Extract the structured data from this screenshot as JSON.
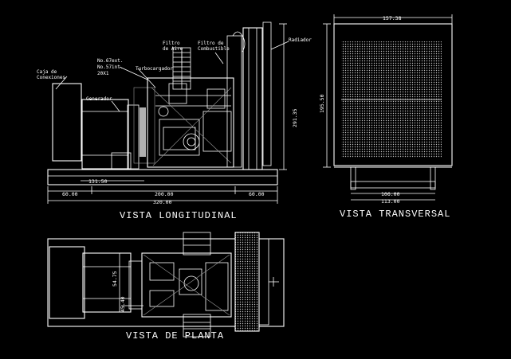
{
  "drawing": {
    "views": {
      "longitudinal": "VISTA LONGITUDINAL",
      "transversal": "VISTA TRANSVERSAL",
      "plan": "VISTA DE PLANTA"
    },
    "callouts": {
      "caja": [
        "Caja de",
        "Conexiones"
      ],
      "generador": "Generador",
      "turbo": "Turbocargador",
      "filtro_aire": [
        "Filtro",
        "de Aire"
      ],
      "filtro_comb": [
        "Filtro de",
        "Combustible"
      ],
      "radiador": "Radiador",
      "spec": [
        "No.67ext.",
        "No.57int.",
        "20X1"
      ]
    },
    "dims": {
      "d131": "131.50",
      "d60a": "60.00",
      "d200": "200.00",
      "d60b": "60.00",
      "d320": "320.00",
      "d291": "291.35",
      "d157": "157.38",
      "d195": "195.50",
      "d106": "106.00",
      "d113": "113.00",
      "plan_a": "54.75",
      "plan_b": "45.40"
    }
  }
}
